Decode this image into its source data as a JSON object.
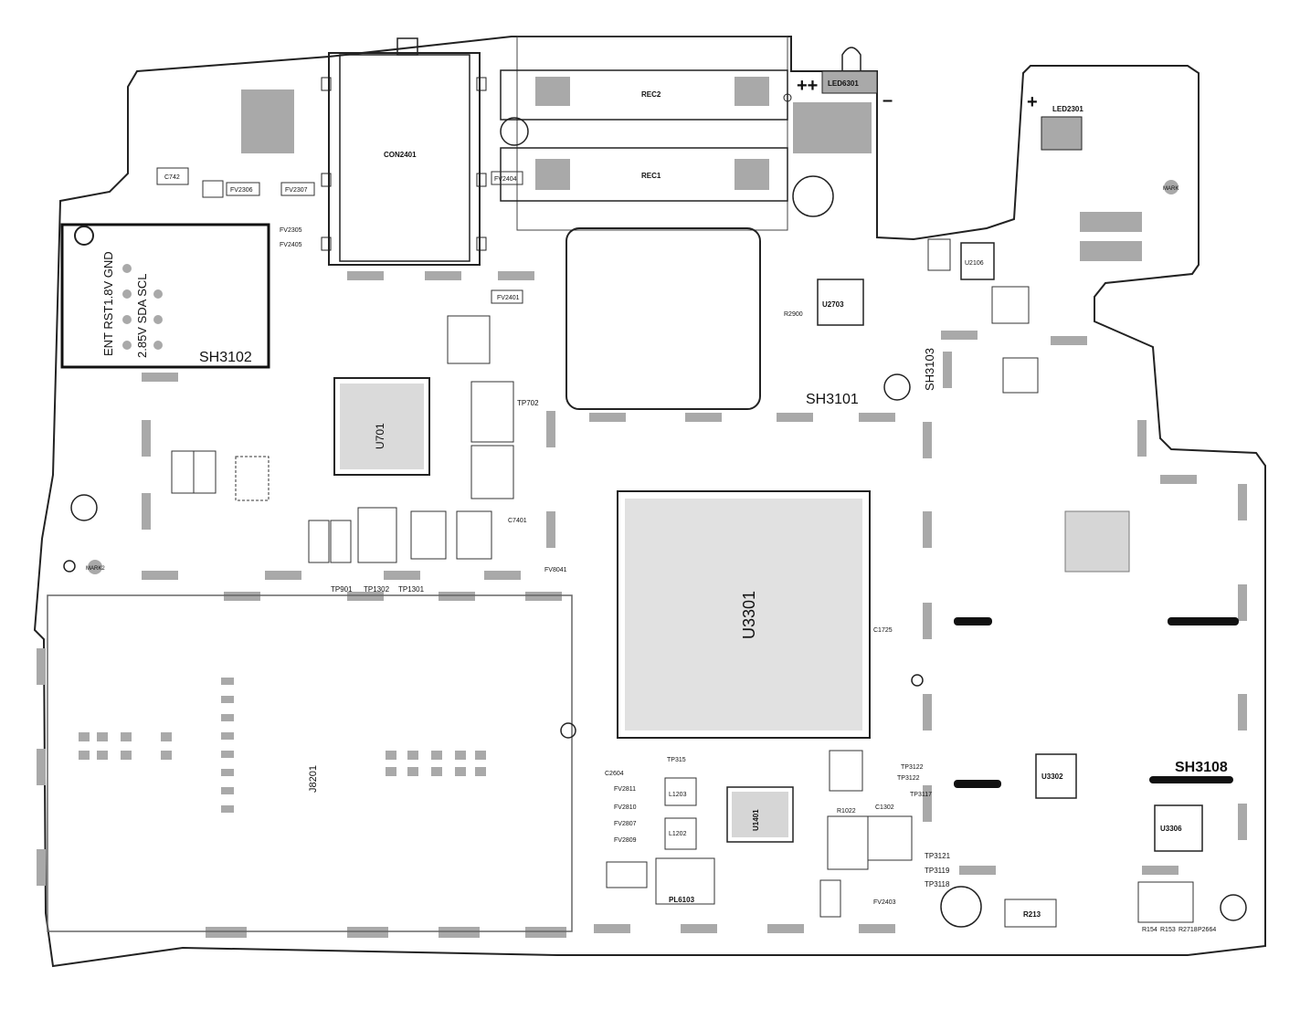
{
  "board": {
    "connectors": {
      "con2401": "CON2401",
      "rec2": "REC2",
      "rec1": "REC1",
      "j8201": "J8201"
    },
    "leds": {
      "led6301": "LED6301",
      "led2301": "LED2301",
      "polarity_plus": "+",
      "polarity_double_plus": "++",
      "polarity_minus": "–"
    },
    "shields": {
      "sh3101": "SH3101",
      "sh3102": "SH3102",
      "sh3103": "SH3103",
      "sh3108": "SH3108"
    },
    "sim_pins": {
      "left_column": "ENT RST1.8V GND",
      "right_column": "2.85V SDA SCL"
    },
    "chips": {
      "u3301": "U3301",
      "u701": "U701",
      "u1401": "U1401",
      "u2703": "U2703",
      "u2106": "U2106",
      "u3302": "U3302",
      "u3306": "U3306"
    },
    "marks": {
      "mark": "MARK",
      "mark2": "MARK2"
    },
    "test_points": {
      "tp702": "TP702",
      "tp901": "TP901",
      "tp1302": "TP1302",
      "tp1301": "TP1301",
      "tp315": "TP315",
      "tp3122a": "TP3122",
      "tp3122b": "TP3122",
      "tp3117": "TP3117",
      "tp3121": "TP3121",
      "tp3119": "TP3119",
      "tp3118": "TP3118"
    },
    "misc_labels": {
      "p2664": "P2664",
      "pl6103": "PL6103",
      "r213": "R213",
      "r154": "R154",
      "r153": "R153",
      "r2718": "R2718",
      "fv2404": "FV2404",
      "fv2401": "FV2401",
      "fv2306": "FV2306",
      "fv2307": "FV2307",
      "fv2305": "FV2305",
      "fv2405": "FV2405",
      "fv8041": "FV8041",
      "fv2403": "FV2403",
      "fv2811": "FV2811",
      "fv2810": "FV2810",
      "fv2807": "FV2807",
      "fv2809": "FV2809",
      "c742": "C742",
      "c2604": "C2604",
      "l1203": "L1203",
      "l1202": "L1202",
      "c1302": "C1302",
      "r1022": "R1022",
      "c7401": "C7401",
      "c1725": "C1725",
      "r2900": "R2900"
    }
  }
}
